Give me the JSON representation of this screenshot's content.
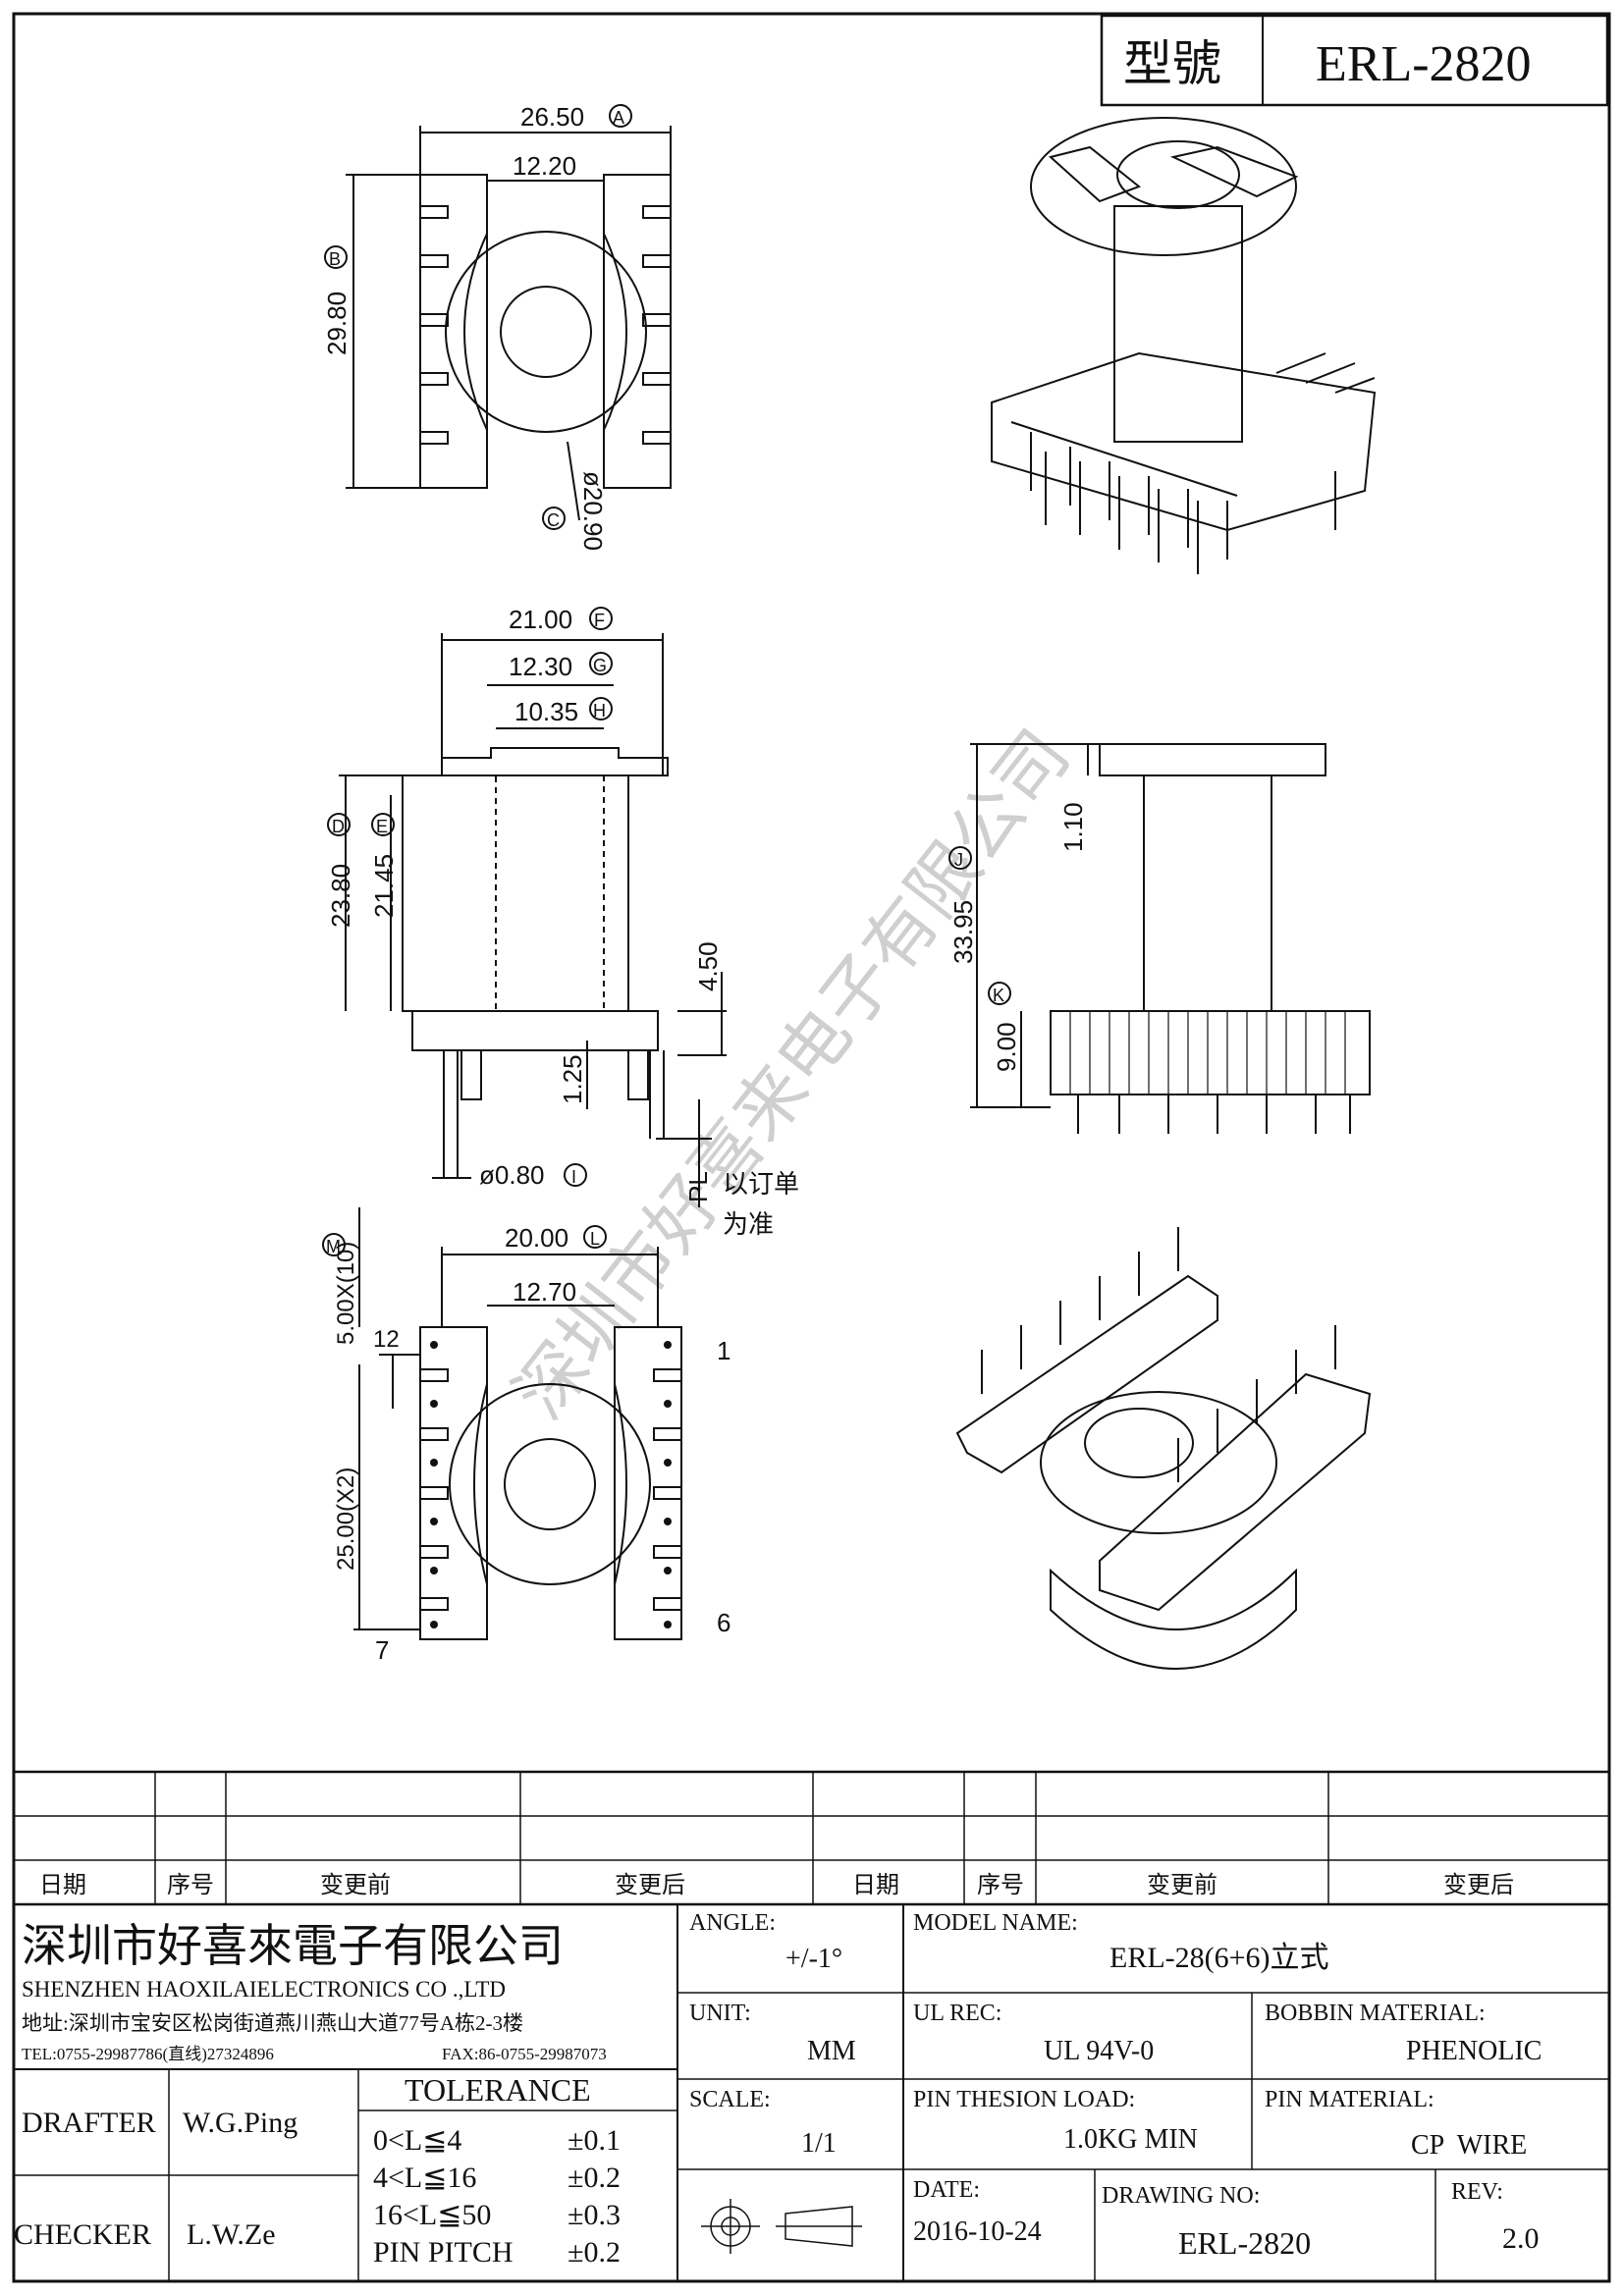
{
  "title_block": {
    "model_label": "型號",
    "model_value": "ERL-2820"
  },
  "watermark": "深圳市好喜来电子有限公司",
  "top_view": {
    "dim_a": "26.50",
    "dim_a_tag": "A",
    "dim_inner": "12.20",
    "dim_b": "29.80",
    "dim_b_tag": "B",
    "dim_c": "ø20.90",
    "dim_c_tag": "C"
  },
  "side_view": {
    "dim_f": "21.00",
    "dim_f_tag": "F",
    "dim_g": "12.30",
    "dim_g_tag": "G",
    "dim_h": "10.35",
    "dim_h_tag": "H",
    "dim_d": "23.80",
    "dim_d_tag": "D",
    "dim_e": "21.45",
    "dim_e_tag": "E",
    "dim_450": "4.50",
    "dim_125": "1.25",
    "dim_i": "ø0.80",
    "dim_i_tag": "I",
    "pl_label": "PL",
    "pl_note_line1": "以订单",
    "pl_note_line2": "为准"
  },
  "front_view": {
    "dim_110": "1.10",
    "dim_j": "33.95",
    "dim_j_tag": "J",
    "dim_k": "9.00",
    "dim_k_tag": "K"
  },
  "bottom_view": {
    "dim_l": "20.00",
    "dim_l_tag": "L",
    "dim_inner": "12.70",
    "dim_m": "5.00X(10)",
    "dim_m_tag": "M",
    "dim_12": "12",
    "dim_25": "25.00(X2)",
    "pin_1": "1",
    "pin_6": "6",
    "pin_7": "7"
  },
  "revision_table": {
    "headers": [
      "日期",
      "序号",
      "变更前",
      "变更后",
      "日期",
      "序号",
      "变更前",
      "变更后"
    ]
  },
  "company": {
    "name_cn": "深圳市好喜來電子有限公司",
    "name_en": "SHENZHEN HAOXILAIELECTRONICS CO .,LTD",
    "address": "地址:深圳市宝安区松岗街道燕川燕山大道77号A栋2-3楼",
    "tel": "TEL:0755-29987786(直线)27324896",
    "fax": "FAX:86-0755-29987073"
  },
  "people": {
    "drafter_label": "DRAFTER",
    "drafter_value": "W.G.Ping",
    "checker_label": "CHECKER",
    "checker_value": "L.W.Ze"
  },
  "tolerance": {
    "title": "TOLERANCE",
    "rows": [
      {
        "range": "0<L≦4",
        "value": "±0.1"
      },
      {
        "range": "4<L≦16",
        "value": "±0.2"
      },
      {
        "range": "16<L≦50",
        "value": "±0.3"
      },
      {
        "range": "PIN PITCH",
        "value": "±0.2"
      }
    ]
  },
  "specs": {
    "angle_label": "ANGLE:",
    "angle_value": "+/-1°",
    "unit_label": "UNIT:",
    "unit_value": "MM",
    "scale_label": "SCALE:",
    "scale_value": "1/1",
    "model_name_label": "MODEL NAME:",
    "model_name_value": "ERL-28(6+6)立式",
    "ul_rec_label": "UL REC:",
    "ul_rec_value": "UL 94V-0",
    "bobbin_material_label": "BOBBIN MATERIAL:",
    "bobbin_material_value": "PHENOLIC",
    "pin_tension_label": "PIN THESION LOAD:",
    "pin_tension_value": "1.0KG MIN",
    "pin_material_label": "PIN MATERIAL:",
    "pin_material_value": "CP  WIRE",
    "date_label": "DATE:",
    "date_value": "2016-10-24",
    "drawing_no_label": "DRAWING NO:",
    "drawing_no_value": "ERL-2820",
    "rev_label": "REV:",
    "rev_value": "2.0"
  }
}
